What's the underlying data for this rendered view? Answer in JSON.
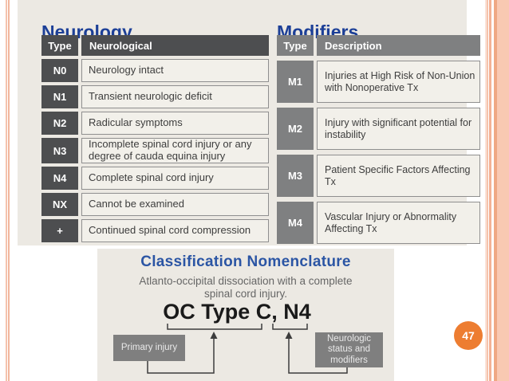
{
  "page": {
    "number": "47"
  },
  "neurology": {
    "title": "Neurology",
    "headers": [
      "Type",
      "Neurological"
    ],
    "rows": [
      {
        "type": "N0",
        "desc": "Neurology intact"
      },
      {
        "type": "N1",
        "desc": "Transient neurologic deficit"
      },
      {
        "type": "N2",
        "desc": "Radicular symptoms"
      },
      {
        "type": "N3",
        "desc": "Incomplete spinal cord injury or any degree of cauda equina injury"
      },
      {
        "type": "N4",
        "desc": "Complete spinal cord injury"
      },
      {
        "type": "NX",
        "desc": "Cannot be examined"
      },
      {
        "type": "+",
        "desc": "Continued spinal cord compression"
      }
    ]
  },
  "modifiers": {
    "title": "Modifiers",
    "headers": [
      "Type",
      "Description"
    ],
    "rows": [
      {
        "type": "M1",
        "desc": "Injuries at High Risk of Non-Union with Nonoperative Tx"
      },
      {
        "type": "M2",
        "desc": "Injury with significant potential for instability"
      },
      {
        "type": "M3",
        "desc": "Patient Specific Factors Affecting Tx"
      },
      {
        "type": "M4",
        "desc": "Vascular Injury or Abnormality Affecting Tx"
      }
    ]
  },
  "nomenclature": {
    "title": "Classification Nomenclature",
    "subtitle": "Atlanto-occipital dissociation with a complete spinal cord injury.",
    "code": "OC Type C, N4",
    "left_label": "Primary injury",
    "right_label": "Neurologic status and modifiers"
  },
  "colors": {
    "section_title_blue": "#1c3f97",
    "nomenclature_title_blue": "#2b55a4",
    "dark_cell_gray": "#4d4e50",
    "medium_cell_gray": "#7f8081",
    "panel_beige": "#ece9e3",
    "cell_beige": "#f2f0ea",
    "badge_orange": "#ed7d31",
    "edge_salmon": "#f9c9b2",
    "line_gray": "#3c3c3c"
  }
}
